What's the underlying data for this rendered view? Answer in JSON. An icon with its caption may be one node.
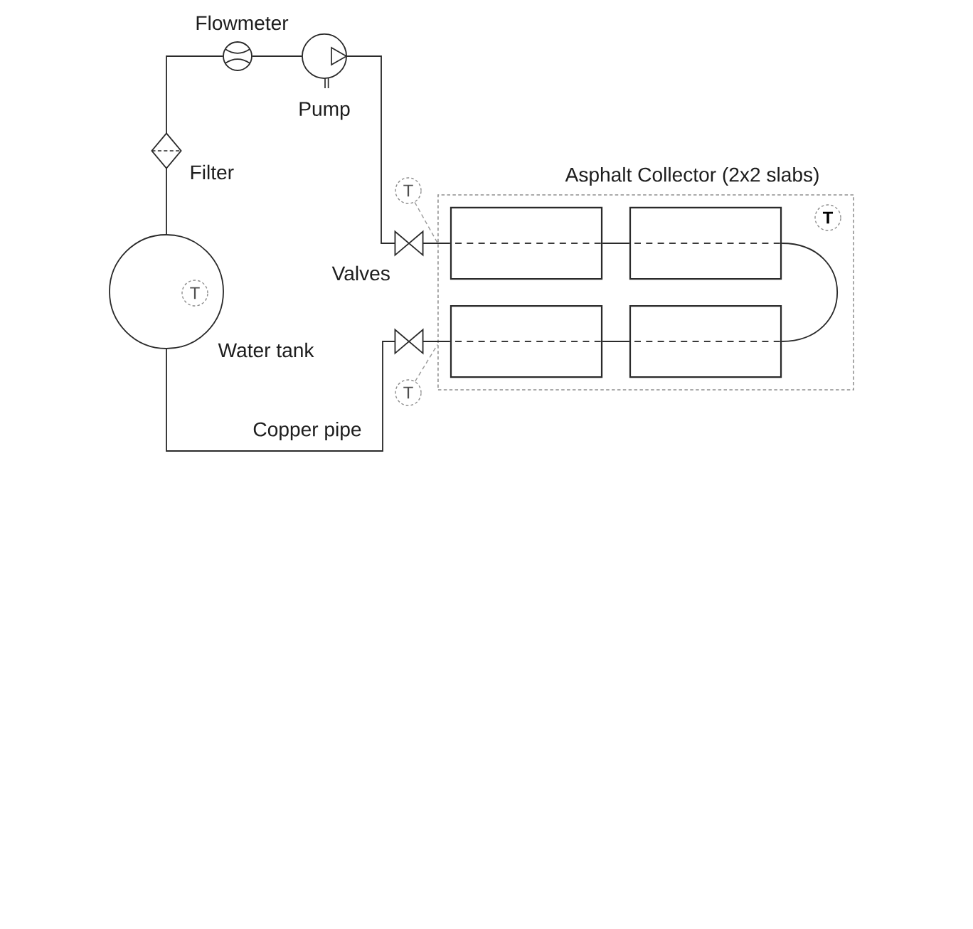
{
  "diagram": {
    "nodes": [
      {
        "text": [
          "Flowmeter"
        ]
      },
      {
        "text": [
          "Pump"
        ]
      },
      {
        "text": [
          "Filter"
        ]
      },
      {
        "text": [
          "Asphalt Collector (2x2 slabs)"
        ]
      },
      {
        "text": [],
        "shape": "box",
        "in": 3
      },
      {
        "text": [],
        "shape": "box",
        "in": 3
      },
      {
        "text": [
          "T"
        ],
        "in": 3
      },
      {
        "text": [],
        "shape": "box",
        "in": 3
      },
      {
        "text": [],
        "shape": "box",
        "in": 3
      },
      {
        "text": [
          "T"
        ]
      },
      {
        "text": [],
        "shape": "valve"
      },
      {
        "text": [
          "Water tank"
        ]
      },
      {
        "text": [
          "T"
        ],
        "in": 11
      },
      {
        "text": [],
        "shape": "valve"
      },
      {
        "text": [
          "T"
        ]
      }
    ],
    "edges": [
      {
        "from": 11,
        "to": 2,
        "arrow": "none"
      },
      {
        "from": 2,
        "to": 0,
        "arrow": "none"
      },
      {
        "from": 0,
        "to": 1,
        "arrow": "none"
      },
      {
        "from": 1,
        "to": 10,
        "arrow": "none"
      },
      {
        "from": 10,
        "to": 4,
        "arrow": "none"
      },
      {
        "from": 4,
        "to": 5,
        "arrow": "none"
      },
      {
        "from": 5,
        "to": 8,
        "arrow": "none"
      },
      {
        "from": 8,
        "to": 7,
        "arrow": "none"
      },
      {
        "from": 7,
        "to": 13,
        "arrow": "none"
      },
      {
        "from": 13,
        "to": 11,
        "arrow": "none",
        "label": "Copper pipe"
      },
      {
        "from": 9,
        "to": 3,
        "arrow": "none",
        "style": "dashed",
        "color": "#999999"
      },
      {
        "from": 14,
        "to": 3,
        "arrow": "none",
        "style": "dashed",
        "color": "#999999"
      }
    ],
    "labels": [
      "Valves"
    ]
  }
}
